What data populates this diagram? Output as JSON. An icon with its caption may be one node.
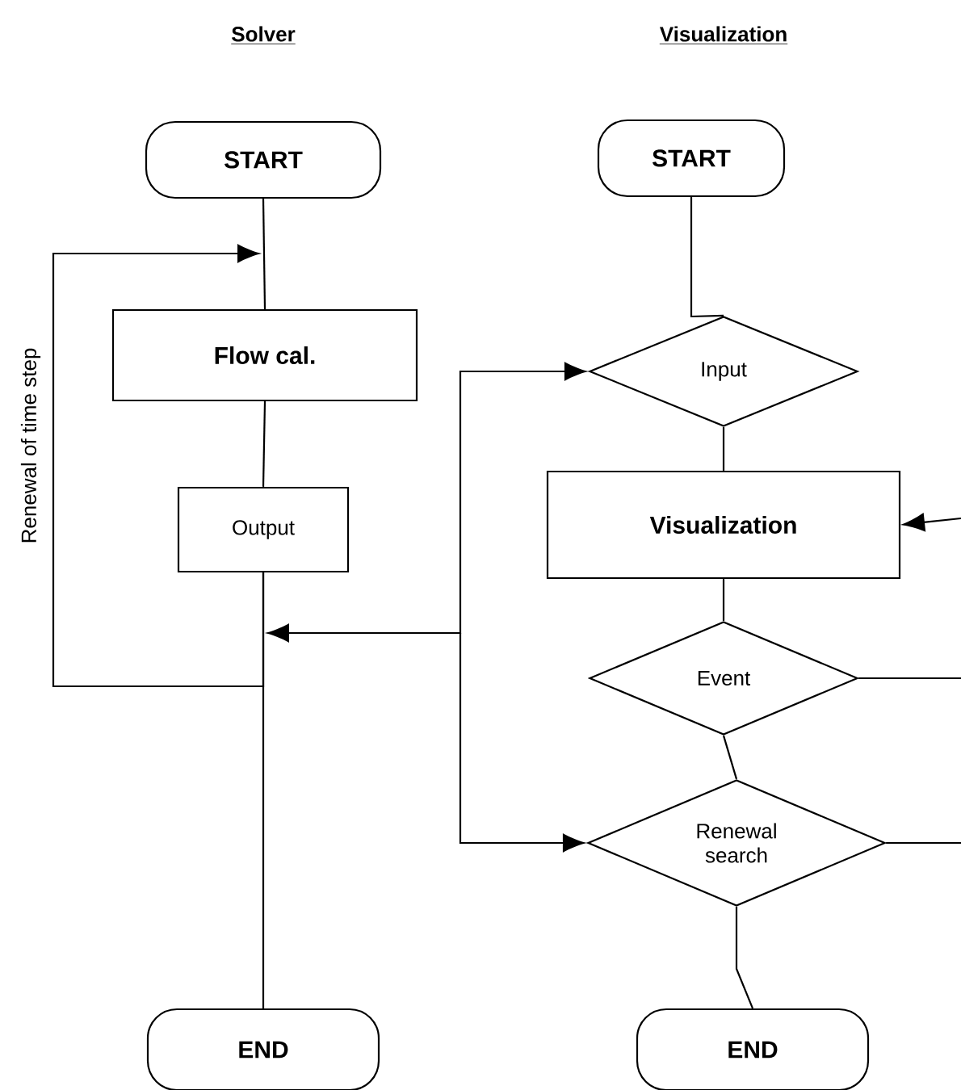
{
  "diagram": {
    "nodes": [
      {
        "text": [
          "START"
        ]
      },
      {
        "text": [
          "Flow cal."
        ]
      },
      {
        "text": [
          "Output"
        ]
      },
      {
        "text": [
          "END"
        ]
      },
      {
        "text": [
          "START"
        ]
      },
      {
        "text": [
          "Input"
        ]
      },
      {
        "text": [
          "Visualization"
        ]
      },
      {
        "text": [
          "Event"
        ]
      },
      {
        "text": [
          "Renewal search"
        ]
      },
      {
        "text": [
          "END"
        ]
      }
    ],
    "edges": [
      {
        "from": 0,
        "to": 1,
        "arrow": "none"
      },
      {
        "from": 1,
        "to": 2,
        "arrow": "none"
      },
      {
        "from": 2,
        "to": 3,
        "arrow": "none"
      },
      {
        "from": 2,
        "to": null,
        "arrow": "to",
        "label": "Renewal of time step"
      },
      {
        "from": 4,
        "to": 5,
        "arrow": "none"
      },
      {
        "from": 5,
        "to": 6,
        "arrow": "none"
      },
      {
        "from": 6,
        "to": 7,
        "arrow": "none"
      },
      {
        "from": 7,
        "to": 8,
        "arrow": "none"
      },
      {
        "from": 8,
        "to": 9,
        "arrow": "none"
      },
      {
        "from": 5,
        "to": null,
        "arrow": "both"
      },
      {
        "from": null,
        "to": 8,
        "arrow": "to"
      },
      {
        "from": null,
        "to": 6,
        "arrow": "to"
      },
      {
        "from": 7,
        "to": null,
        "arrow": "none"
      },
      {
        "from": 8,
        "to": null,
        "arrow": "none"
      }
    ],
    "labels": [
      "Solver",
      "Visualization"
    ]
  }
}
